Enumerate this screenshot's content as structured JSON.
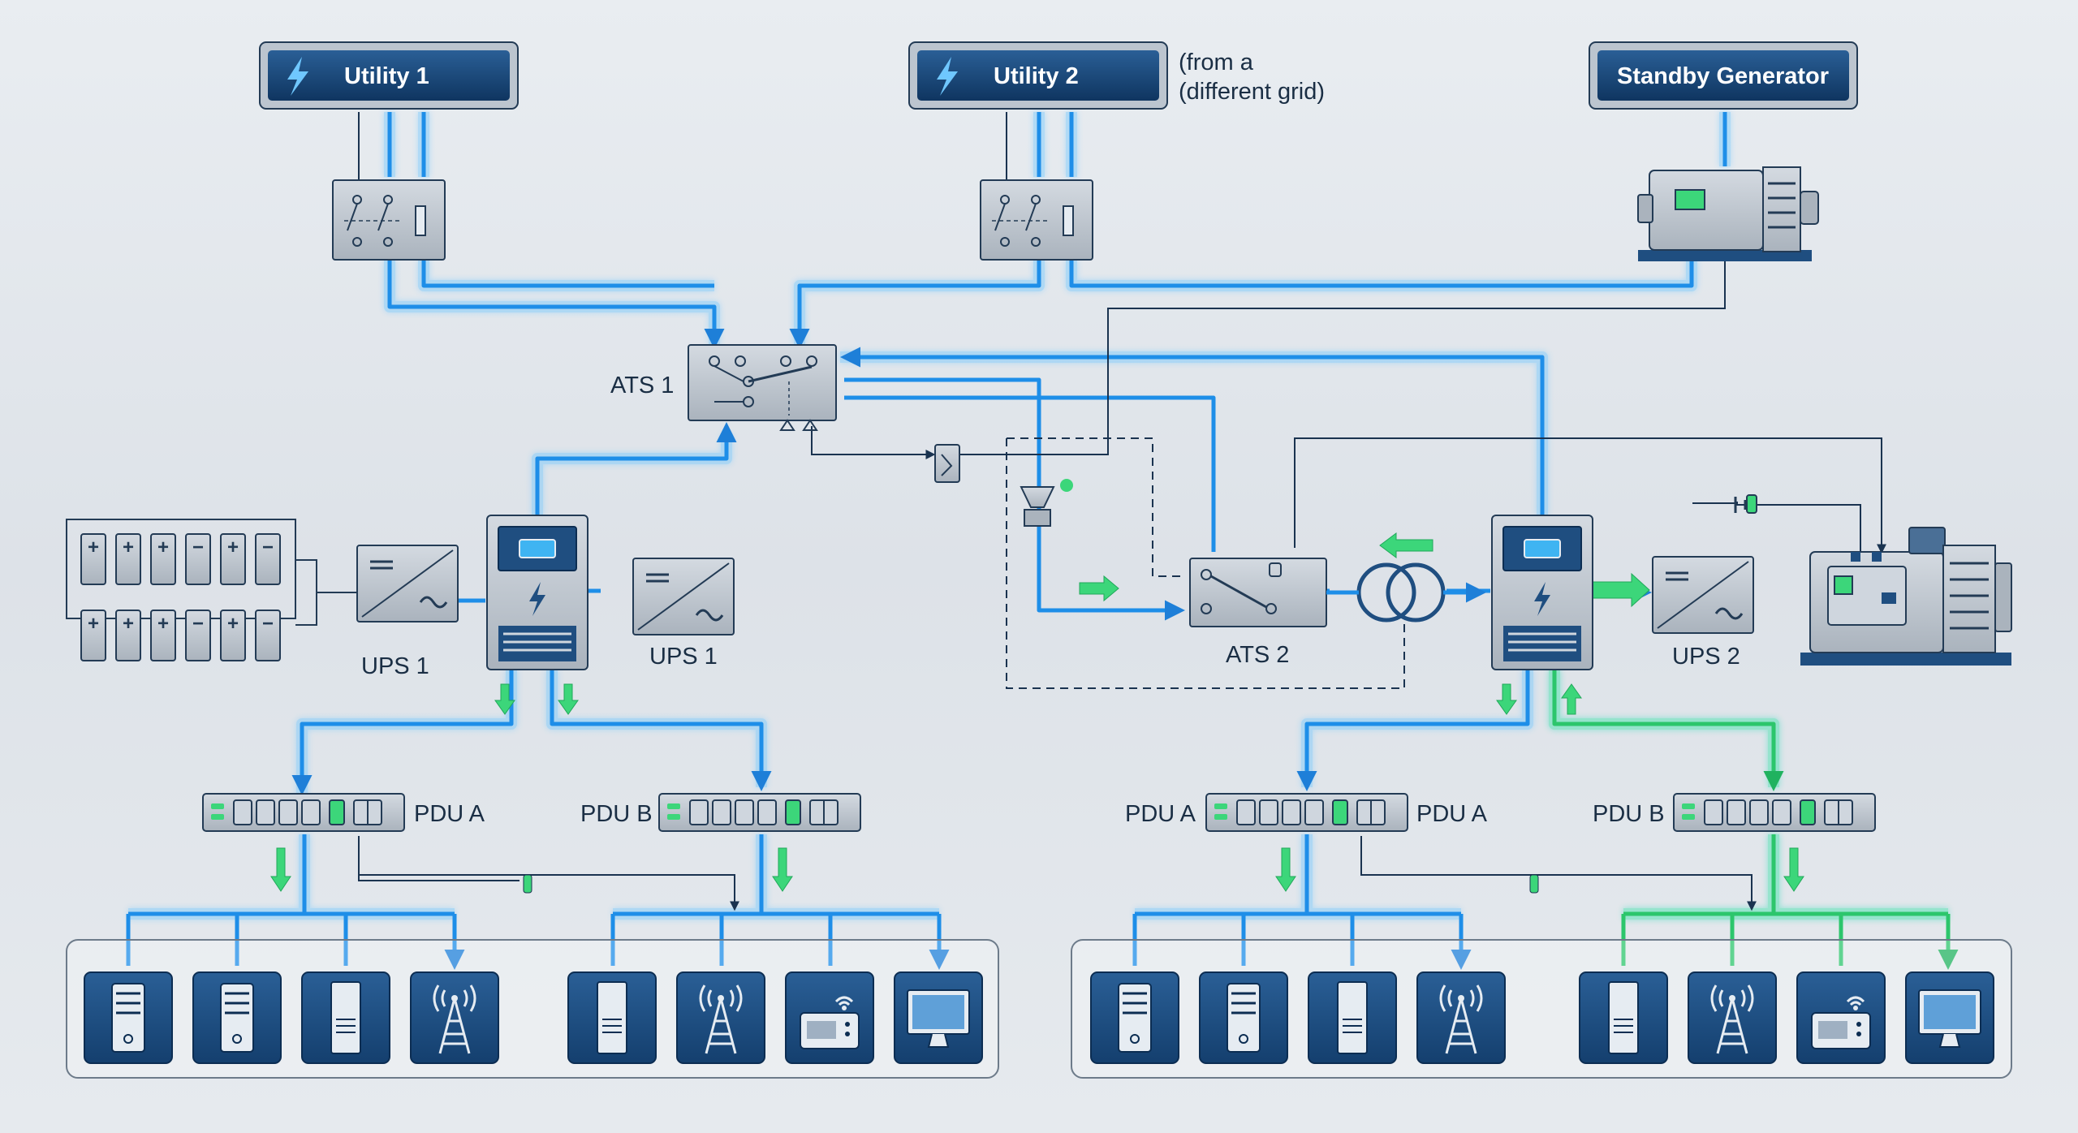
{
  "sources": {
    "utility1": "Utility 1",
    "utility2": "Utility 2",
    "utility2_note_line1": "(from a",
    "utility2_note_line2": "(different grid)",
    "generator": "Standby Generator"
  },
  "switches": {
    "ats1": "ATS 1",
    "ats2": "ATS 2"
  },
  "ups": {
    "left_input": "UPS 1",
    "left_output": "UPS 1",
    "right": "UPS 2"
  },
  "pdus": {
    "left_a": "PDU A",
    "left_b": "PDU B",
    "right_a_left": "PDU A",
    "right_a_right": "PDU A",
    "right_b": "PDU B"
  },
  "colors": {
    "panel_dark": "#123a66",
    "line_blue": "#1e8ee8",
    "line_glow": "#6fc7ff",
    "line_green": "#3cd67a",
    "device_tile": "#1b4f85"
  },
  "equipment_icons": {
    "left_group": [
      "server-icon",
      "server-icon",
      "tower-server-icon",
      "radio-tower-icon",
      "tower-server-icon",
      "radio-tower-icon",
      "router-icon",
      "monitor-icon"
    ],
    "right_group": [
      "server-icon",
      "server-icon",
      "tower-server-icon",
      "radio-tower-icon",
      "tower-server-icon",
      "radio-tower-icon",
      "router-icon",
      "monitor-icon"
    ]
  }
}
